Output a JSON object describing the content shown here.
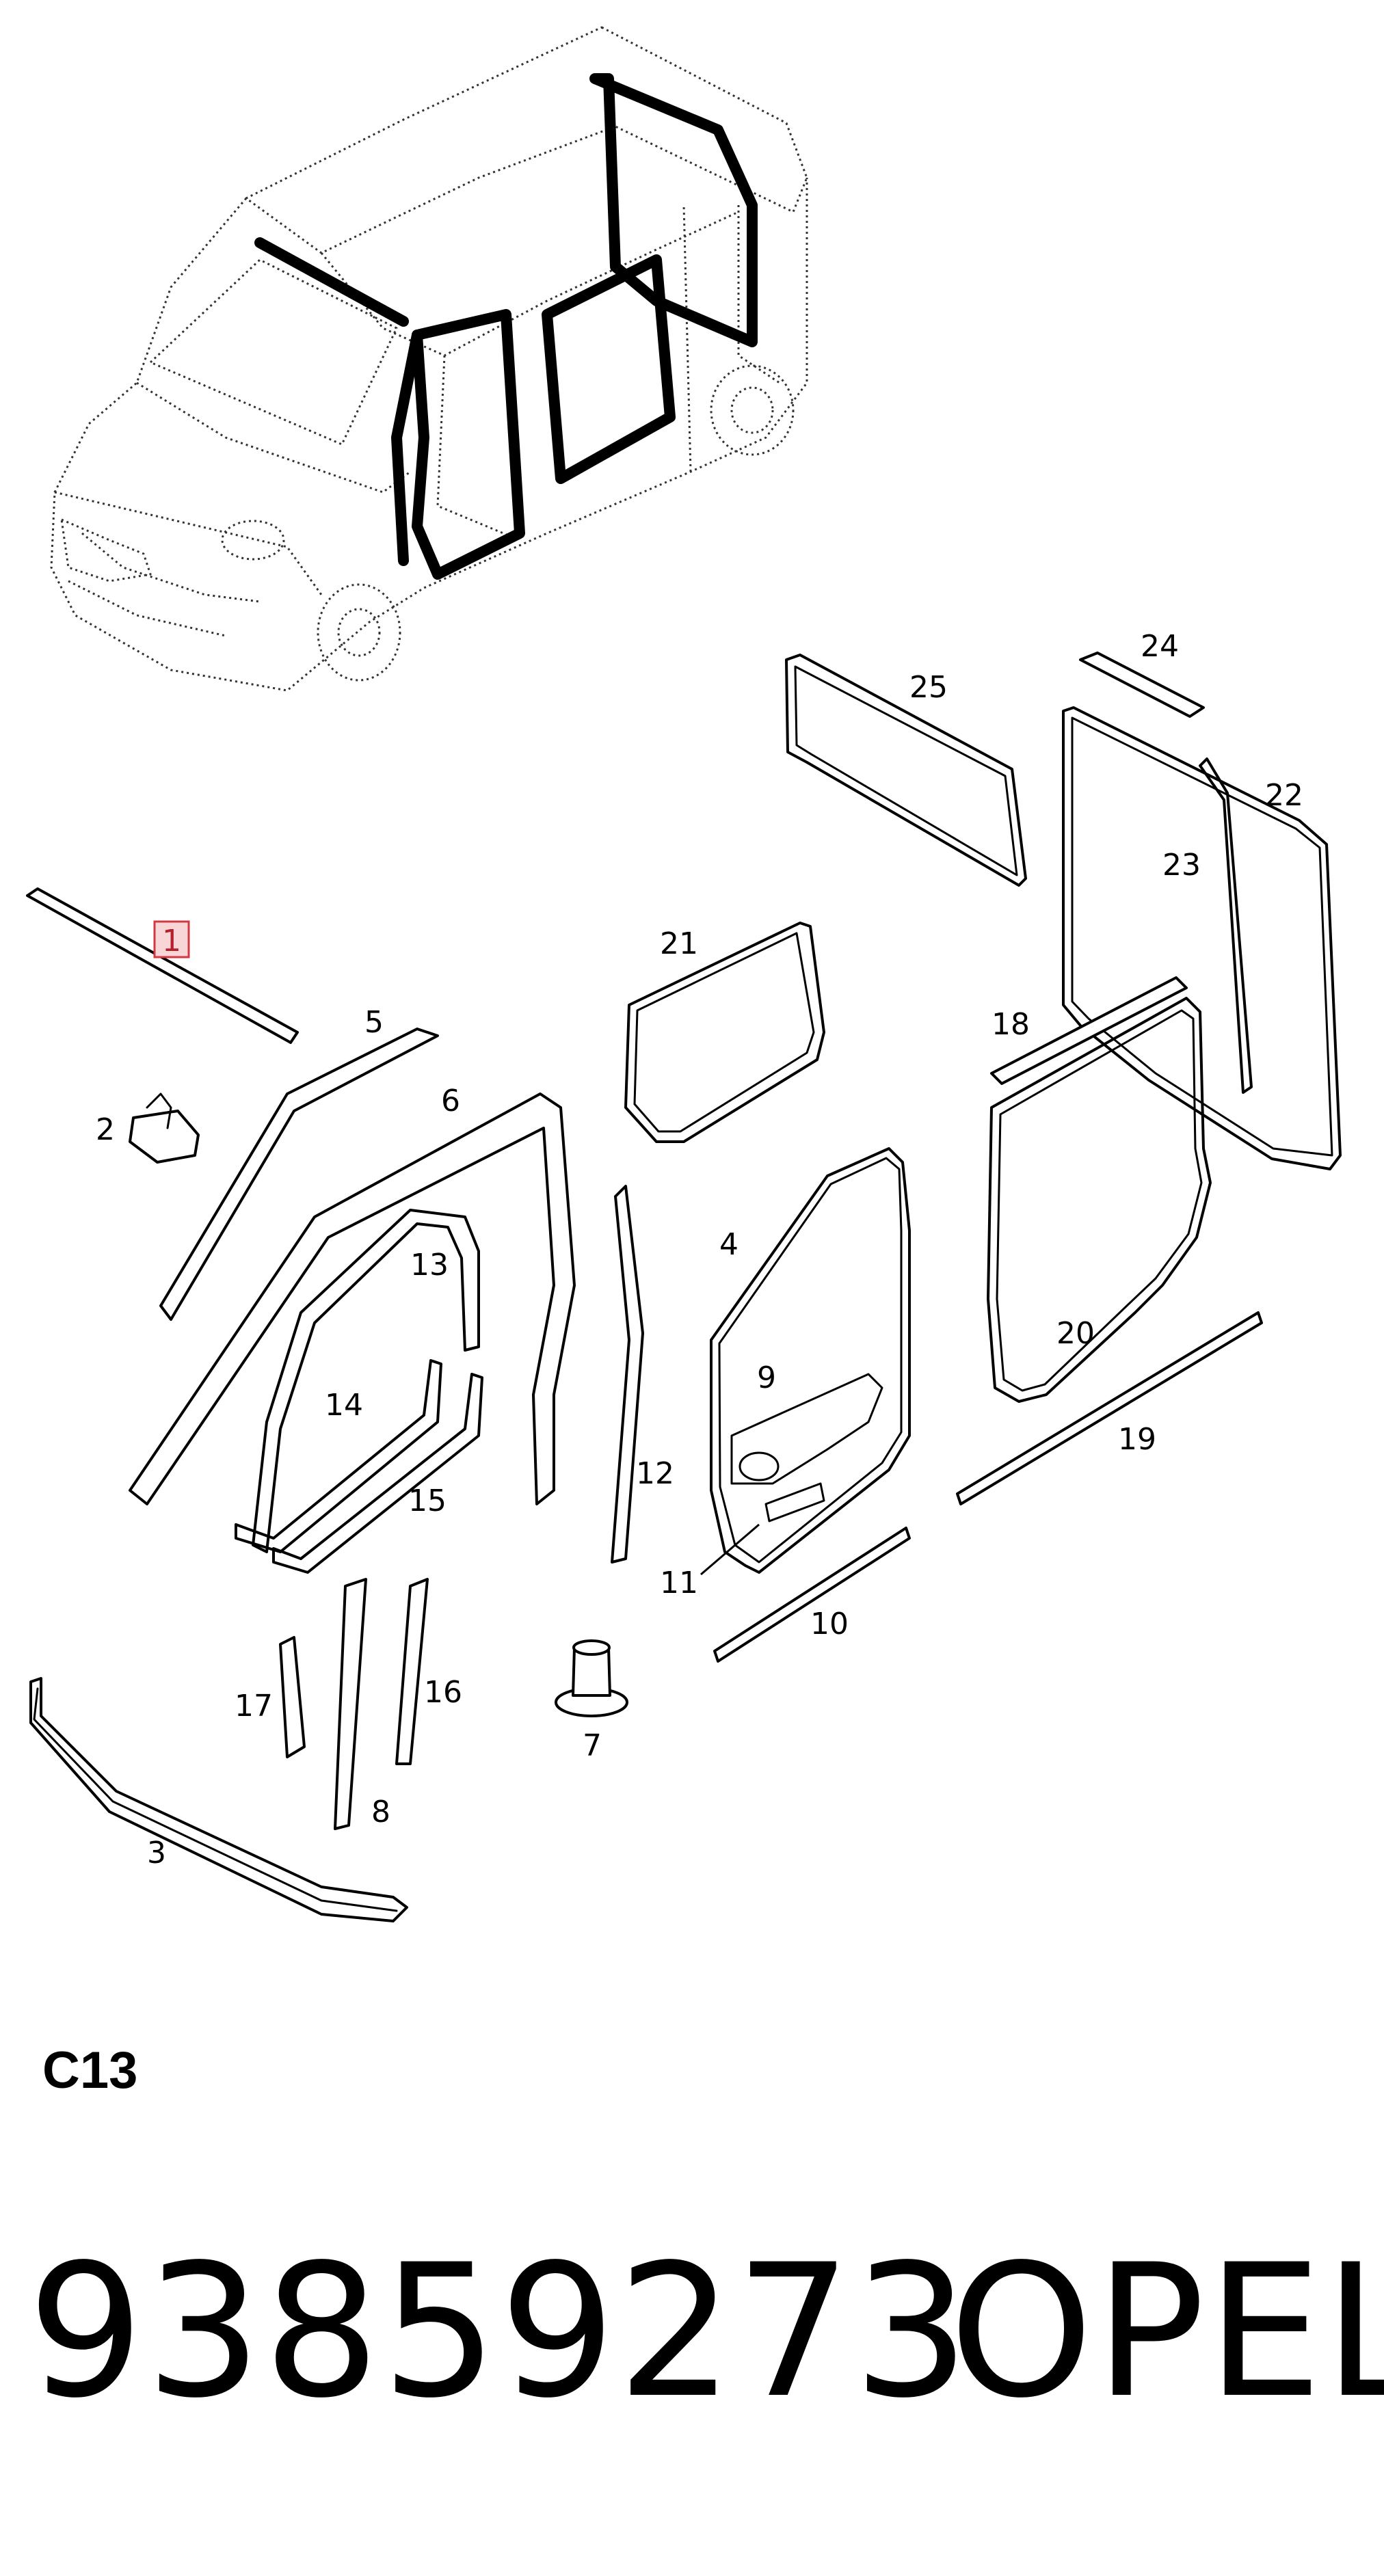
{
  "section": {
    "code": "C13"
  },
  "footer": {
    "part_number": "93859273",
    "brand": "OPEL"
  },
  "callouts": [
    {
      "id": "c1",
      "label": "1",
      "highlighted": true
    },
    {
      "id": "c2",
      "label": "2"
    },
    {
      "id": "c3",
      "label": "3"
    },
    {
      "id": "c4",
      "label": "4"
    },
    {
      "id": "c5",
      "label": "5"
    },
    {
      "id": "c6",
      "label": "6"
    },
    {
      "id": "c7",
      "label": "7"
    },
    {
      "id": "c8",
      "label": "8"
    },
    {
      "id": "c9",
      "label": "9"
    },
    {
      "id": "c10",
      "label": "10"
    },
    {
      "id": "c11",
      "label": "11"
    },
    {
      "id": "c12",
      "label": "12"
    },
    {
      "id": "c13",
      "label": "13"
    },
    {
      "id": "c14",
      "label": "14"
    },
    {
      "id": "c15",
      "label": "15"
    },
    {
      "id": "c16",
      "label": "16"
    },
    {
      "id": "c17",
      "label": "17"
    },
    {
      "id": "c18",
      "label": "18"
    },
    {
      "id": "c19",
      "label": "19"
    },
    {
      "id": "c20",
      "label": "20"
    },
    {
      "id": "c21",
      "label": "21"
    },
    {
      "id": "c22",
      "label": "22"
    },
    {
      "id": "c23",
      "label": "23"
    },
    {
      "id": "c24",
      "label": "24"
    },
    {
      "id": "c25",
      "label": "25"
    }
  ],
  "colors": {
    "highlight_fill": "#f8d6d8",
    "highlight_stroke": "#d13a44",
    "line": "#000000"
  }
}
